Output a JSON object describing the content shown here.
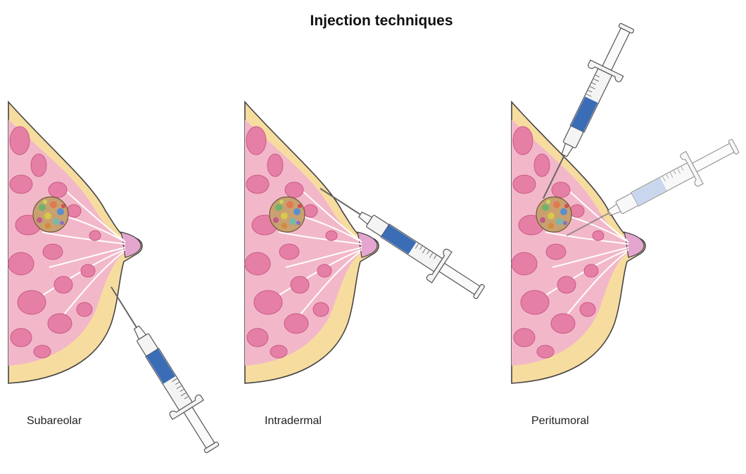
{
  "figure": {
    "title": "Injection techniques",
    "panels": [
      {
        "label": "Subareolar"
      },
      {
        "label": "Intradermal"
      },
      {
        "label": "Peritumoral"
      }
    ]
  },
  "colors": {
    "breast_fill": "#f2b8c9",
    "fat_fill": "#f7dca0",
    "lobule_fill": "#e67fa6",
    "nipple_fill": "#e4a6cf",
    "outline": "#444444",
    "syringe_liquid": "#3a6db5",
    "syringe_liquid_faded": "#a6bde3"
  }
}
